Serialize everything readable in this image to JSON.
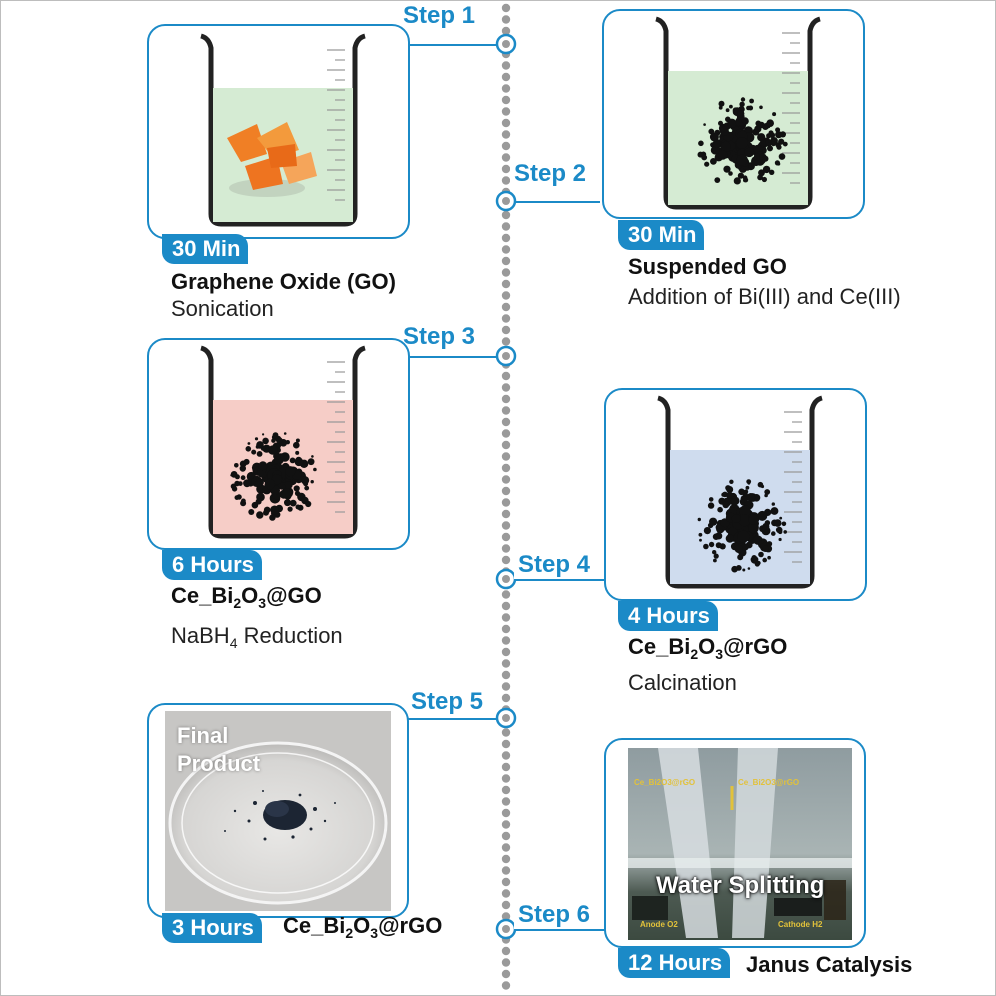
{
  "timeline": {
    "steps": [
      "Step 1",
      "Step 2",
      "Step 3",
      "Step 4",
      "Step 5",
      "Step 6"
    ],
    "accent_color": "#1b8ac7",
    "dot_color": "#9a9a9a"
  },
  "panels": [
    {
      "tag": "30 Min",
      "title": "Graphene Oxide (GO)",
      "desc": "Sonication",
      "liquid_color": "#d5ebd3"
    },
    {
      "tag": "30 Min",
      "title": "Suspended GO",
      "desc": "Addition of Bi(III) and Ce(III)",
      "liquid_color": "#d5ebd3"
    },
    {
      "tag": "6 Hours",
      "title_parts": [
        "Ce_Bi",
        "2",
        "O",
        "3",
        "@GO"
      ],
      "desc_parts": [
        "NaBH",
        "4",
        " Reduction"
      ],
      "liquid_color": "#f6cdc7"
    },
    {
      "tag": "4 Hours",
      "title_parts": [
        "Ce_Bi",
        "2",
        "O",
        "3",
        "@rGO"
      ],
      "desc": "Calcination",
      "liquid_color": "#cfdcee"
    },
    {
      "tag": "3 Hours",
      "title_parts": [
        "Ce_Bi",
        "2",
        "O",
        "3",
        "@rGO"
      ],
      "photo_caption_line1": "Final",
      "photo_caption_line2": "Product"
    },
    {
      "tag": "12 Hours",
      "title": "Janus Catalysis",
      "photo_caption": "Water Splitting",
      "photo_small_left": "Ce_Bi2O3@rGO",
      "photo_small_right": "Ce_Bi2O3@rGO",
      "photo_anode": "Anode O2",
      "photo_cathode": "Cathode H2"
    }
  ]
}
